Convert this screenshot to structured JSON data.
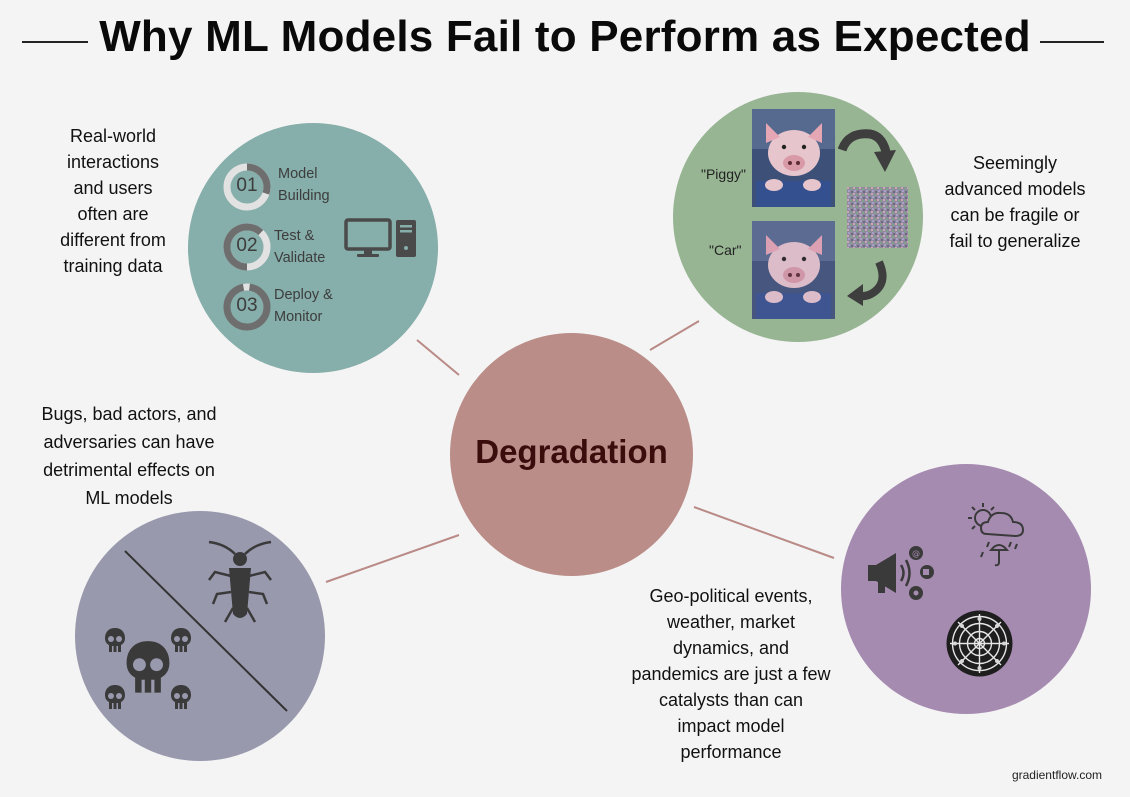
{
  "title": "Why ML Models Fail to Perform as Expected",
  "center": {
    "label": "Degradation"
  },
  "top_left": {
    "caption_lines": [
      "Real-world",
      "interactions",
      "and users",
      "often are",
      "different from",
      "training data"
    ],
    "steps": [
      {
        "number": "01",
        "line1": "Model",
        "line2": "Building"
      },
      {
        "number": "02",
        "line1": "Test &",
        "line2": "Validate"
      },
      {
        "number": "03",
        "line1": "Deploy &",
        "line2": "Monitor"
      }
    ]
  },
  "top_right": {
    "caption_lines": [
      "Seemingly",
      "advanced models",
      "can be fragile or",
      "fail to generalize"
    ],
    "label_piggy": "\"Piggy\"",
    "label_car": "\"Car\""
  },
  "bottom_left": {
    "caption_lines": [
      "Bugs, bad actors, and",
      "adversaries can have",
      "detrimental effects on",
      "ML models"
    ]
  },
  "bottom_right": {
    "caption_lines": [
      "Geo-political events,",
      "weather, market",
      "dynamics, and",
      "pandemics are just a few",
      "catalysts than can",
      "impact model",
      "performance"
    ]
  },
  "footer": "gradientflow.com",
  "colors": {
    "teal": "#86aeaa",
    "green": "#97b593",
    "slate": "#9899ad",
    "purple": "#a68bb1",
    "center": "#bb8d88",
    "center_text": "#3a0d0d",
    "icon": "#4a4a4a"
  }
}
